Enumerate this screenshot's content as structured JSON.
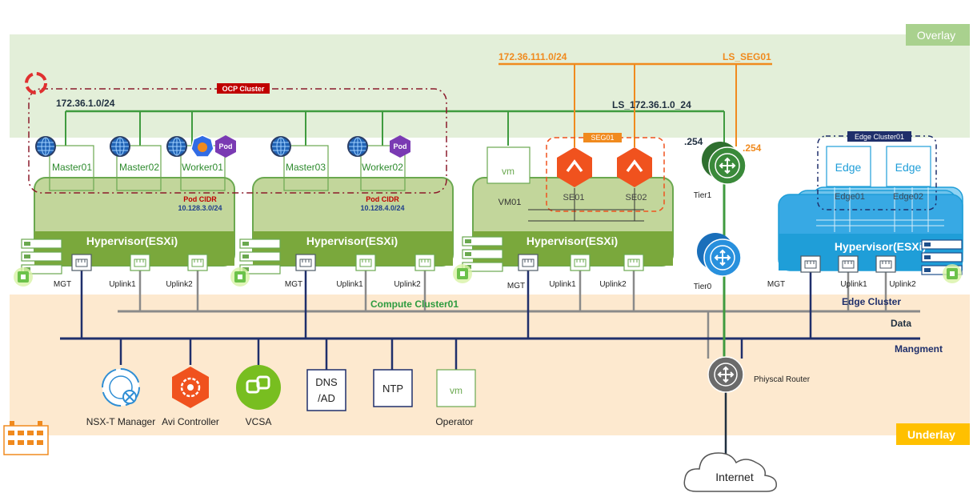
{
  "zones": {
    "overlay": "Overlay",
    "underlay": "Underlay"
  },
  "clusters": {
    "ocp": "OCP Cluster",
    "seg01_group": "SEG01",
    "edge_cluster01": "Edge Cluster01",
    "compute": "Compute Cluster01",
    "edge": "Edge Cluster"
  },
  "networks": {
    "ocp_subnet": "172.36.1.0/24",
    "ls_ocp": "LS_172.36.1.0_24",
    "seg_subnet": "172.36.111.0/24",
    "ls_seg": "LS_SEG01",
    "gw_ocp": ".254",
    "gw_seg": ".254",
    "data": "Data",
    "management": "Mangment"
  },
  "hosts": {
    "h1": {
      "label": "Hypervisor(ESXi)",
      "pod_cidr_title": "Pod CIDR",
      "pod_cidr": "10.128.3.0/24",
      "mgt": "MGT",
      "uplink1": "Uplink1",
      "uplink2": "Uplink2"
    },
    "h2": {
      "label": "Hypervisor(ESXi)",
      "pod_cidr_title": "Pod CIDR",
      "pod_cidr": "10.128.4.0/24",
      "mgt": "MGT",
      "uplink1": "Uplink1",
      "uplink2": "Uplink2"
    },
    "h3": {
      "label": "Hypervisor(ESXi)",
      "mgt": "MGT",
      "uplink1": "Uplink1",
      "uplink2": "Uplink2"
    },
    "h4": {
      "label": "Hypervisor(ESXi)",
      "mgt": "MGT",
      "uplink1": "Uplink1",
      "uplink2": "Uplink2"
    }
  },
  "vms": {
    "master01": "Master01",
    "master02": "Master02",
    "worker01": "Worker01",
    "master03": "Master03",
    "worker02": "Worker02",
    "vm01": "VM01",
    "vm_icon": "vm",
    "se01": "SE01",
    "se02": "SE02",
    "edge_word": "Edge",
    "edge01": "Edge01",
    "edge02": "Edge02",
    "pod": "Pod"
  },
  "routers": {
    "tier1": "Tier1",
    "tier0": "Tier0",
    "physical": "Phiyscal Router",
    "internet": "Internet"
  },
  "mgmt": {
    "nsx": "NSX-T Manager",
    "avi": "Avi Controller",
    "vcsa": "VCSA",
    "dns_line1": "DNS",
    "dns_line2": "/AD",
    "ntp": "NTP",
    "operator_icon": "vm",
    "operator": "Operator"
  },
  "icons": [
    "openshift-icon",
    "globe-icon",
    "kubernetes-icon",
    "pod-icon",
    "avi-se-icon",
    "router-icon",
    "server-rack-icon",
    "nic-port-icon",
    "nsx-manager-icon",
    "avi-controller-icon",
    "vcsa-icon",
    "cloud-icon",
    "datacenter-icon"
  ],
  "colors": {
    "overlay_bg": "#e3efd9",
    "underlay_bg": "#fde9cf",
    "green_line": "#3f9b3f",
    "orange_line": "#f08a1e",
    "navy_line": "#1f2f6b",
    "host_green": "#8aad3c",
    "edge_blue": "#1f9ed8",
    "ocp_border": "#8b1a2b",
    "avi_red": "#f0521e"
  }
}
